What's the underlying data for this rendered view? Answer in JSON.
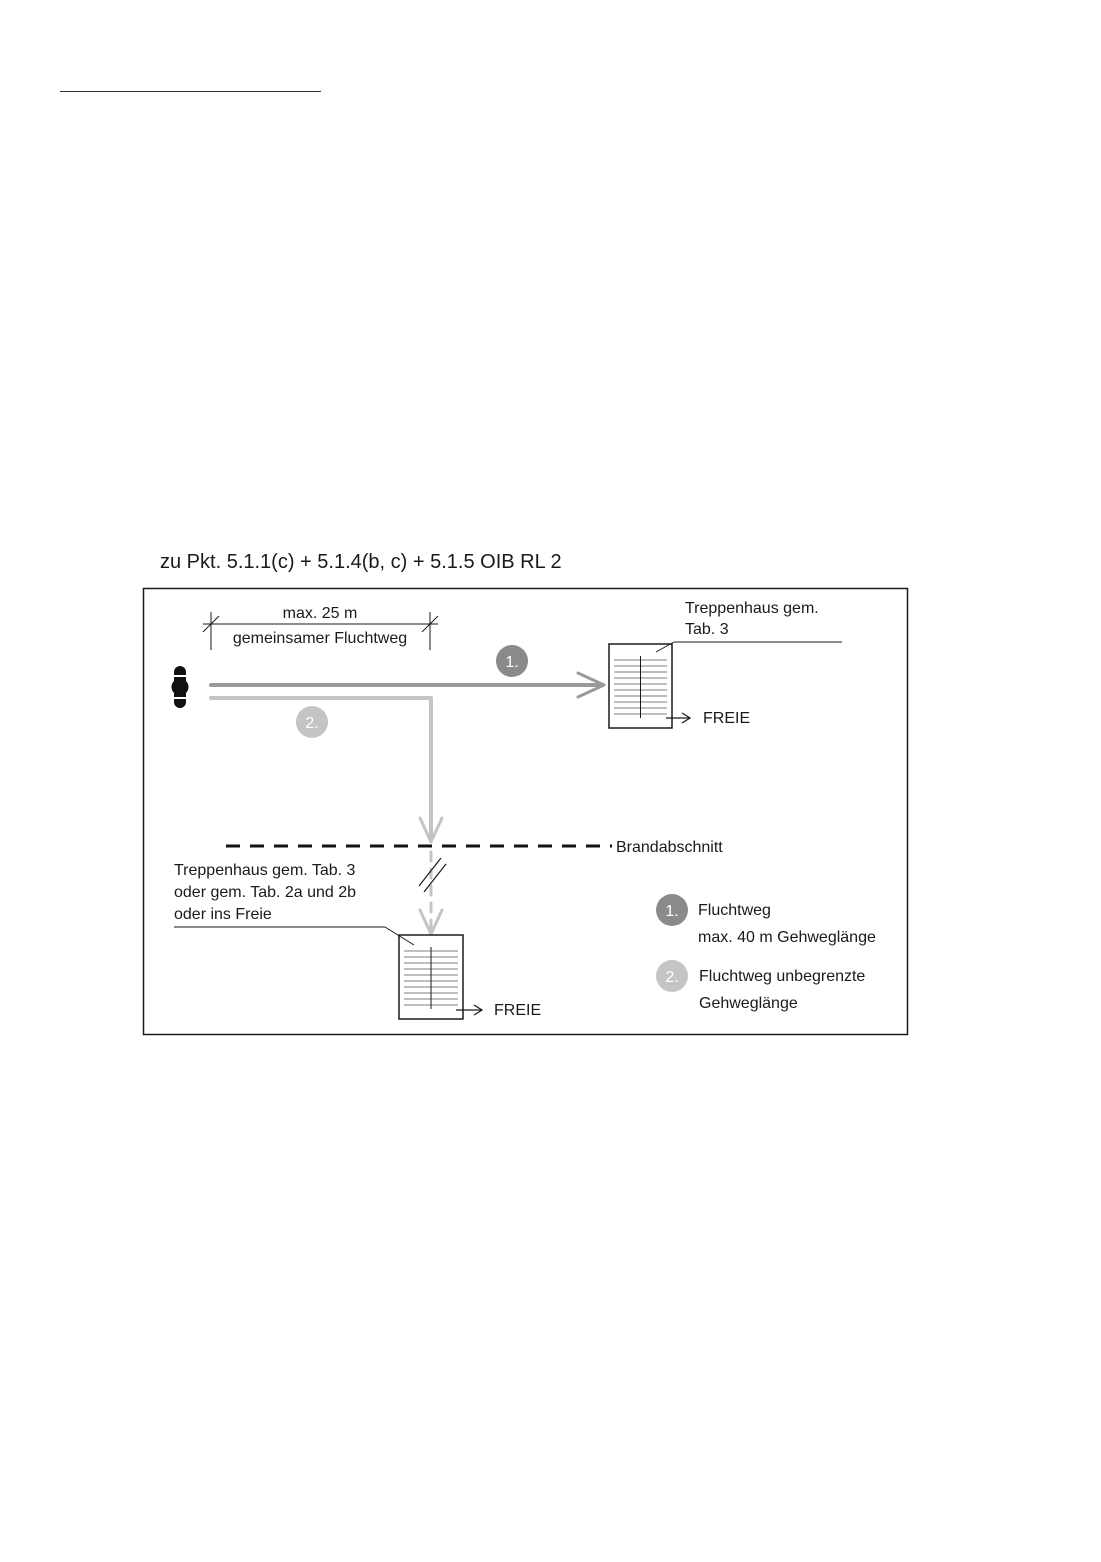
{
  "caption": "zu Pkt. 5.1.1(c) + 5.1.4(b, c) + 5.1.5 OIB RL 2",
  "diagram": {
    "dimension_top": "max. 25 m",
    "dimension_bottom": "gemeinsamer Fluchtweg",
    "route1_number": "1.",
    "route2_number": "2.",
    "stair_top_label": [
      "Treppenhaus gem.",
      "Tab. 3"
    ],
    "stair_bottom_label": [
      "Treppenhaus gem. Tab. 3",
      "oder gem. Tab. 2a und 2b",
      "oder ins Freie"
    ],
    "exit_label": "FREIE",
    "fire_compartment_label": "Brandabschnitt",
    "legend": [
      {
        "number": "1.",
        "lines": [
          "Fluchtweg",
          "max. 40 m Gehweglänge"
        ],
        "color": "#8a8a8a"
      },
      {
        "number": "2.",
        "lines": [
          "Fluchtweg unbegrenzte",
          "Gehweglänge"
        ],
        "color": "#c4c4c4"
      }
    ],
    "colors": {
      "route1": "#9a9a9a",
      "route2": "#c4c4c4",
      "marker1": "#8a8a8a",
      "marker2": "#c4c4c4",
      "line": "#1a1a1a"
    }
  }
}
